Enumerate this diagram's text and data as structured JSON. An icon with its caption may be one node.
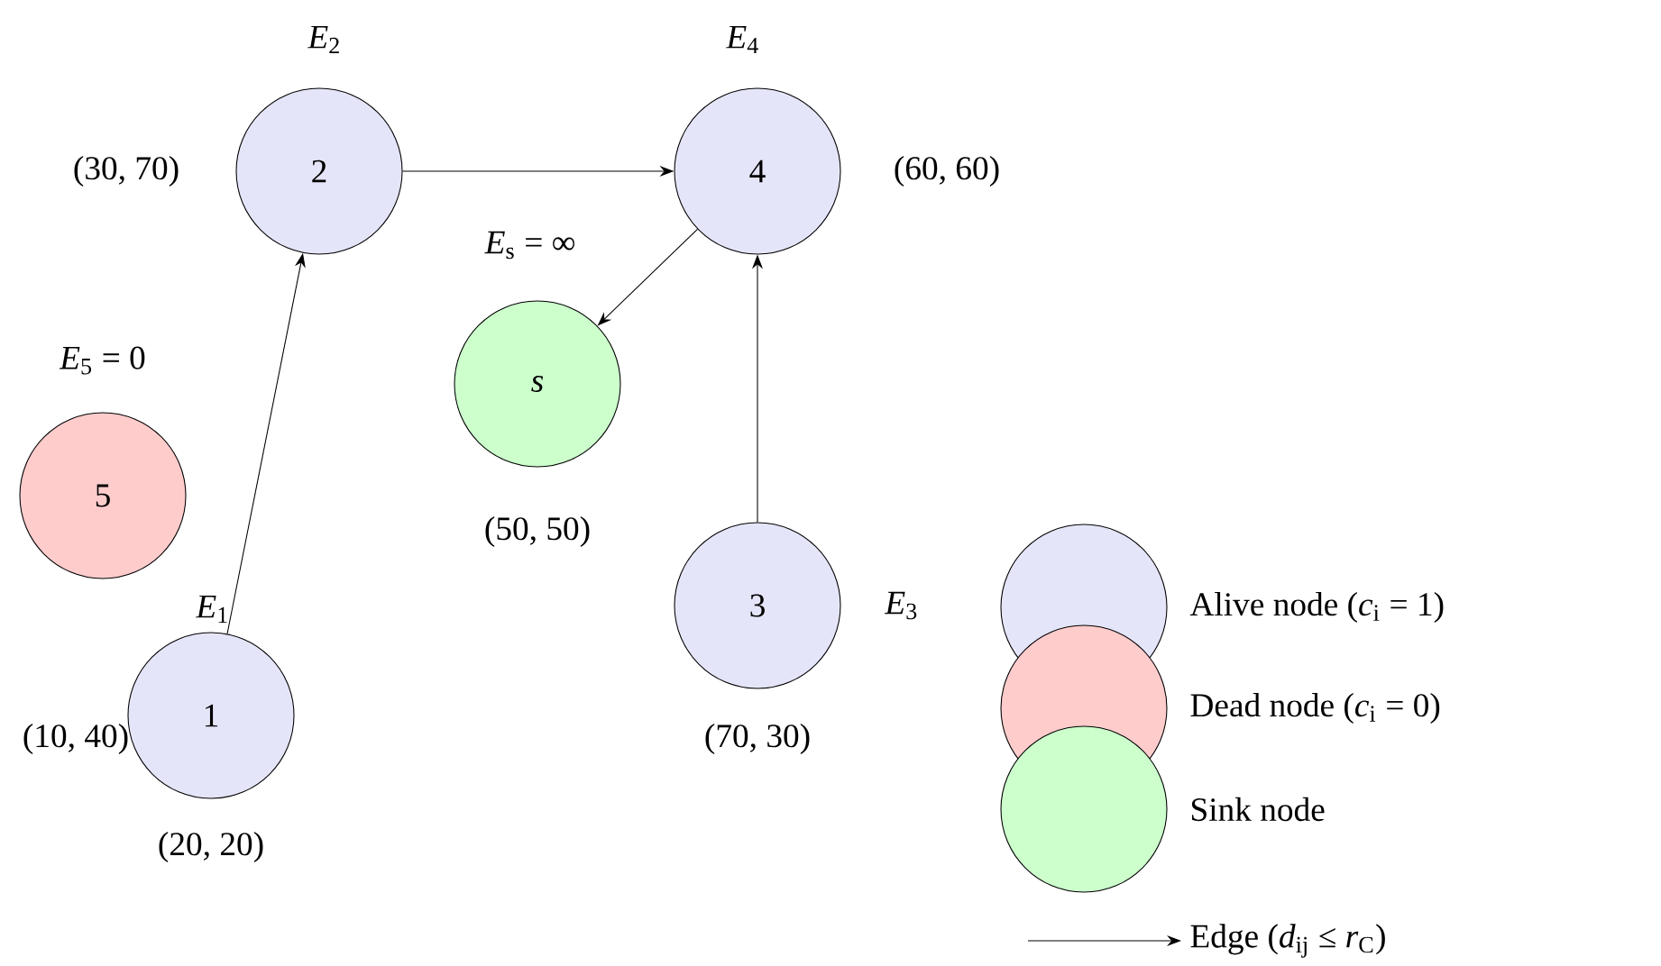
{
  "diagram": {
    "nodes": [
      {
        "text": [
          "2"
        ],
        "beside": [
          "*E*$_{2}$",
          "(30, 70)"
        ]
      },
      {
        "text": [
          "4"
        ],
        "beside": [
          "*E*$_{4}$",
          "(60, 60)"
        ]
      },
      {
        "text": [
          "*s*"
        ],
        "beside": [
          "*E*$_{s}$ = ∞",
          "(50, 50)"
        ]
      },
      {
        "text": [
          "5"
        ],
        "beside": [
          "*E*$_{5}$ = 0"
        ]
      },
      {
        "text": [
          "1"
        ],
        "beside": [
          "*E*$_{1}$",
          "(20, 20)"
        ]
      },
      {
        "text": [
          "3"
        ],
        "beside": [
          "*E*$_{3}$",
          "(70, 30)"
        ]
      }
    ],
    "edges": [
      {
        "from": 4,
        "to": 0,
        "arrow": "to"
      },
      {
        "from": 0,
        "to": 1,
        "arrow": "to"
      },
      {
        "from": 1,
        "to": 2,
        "arrow": "to"
      },
      {
        "from": 5,
        "to": 1,
        "arrow": "to"
      }
    ],
    "labels": [
      "(10, 40)"
    ],
    "legend": [
      {
        "text": "Alive node (*c*$_{i}$ = 1)",
        "color": "#e5e5fa"
      },
      {
        "text": "Dead node (*c*$_{i}$ = 0)",
        "color": "#ffcccc"
      },
      {
        "text": "Sink node",
        "color": "#ccffcc"
      },
      {
        "text": "Edge (*d*$_{ij}$ ≤ *r*$_{C}$)"
      }
    ]
  }
}
